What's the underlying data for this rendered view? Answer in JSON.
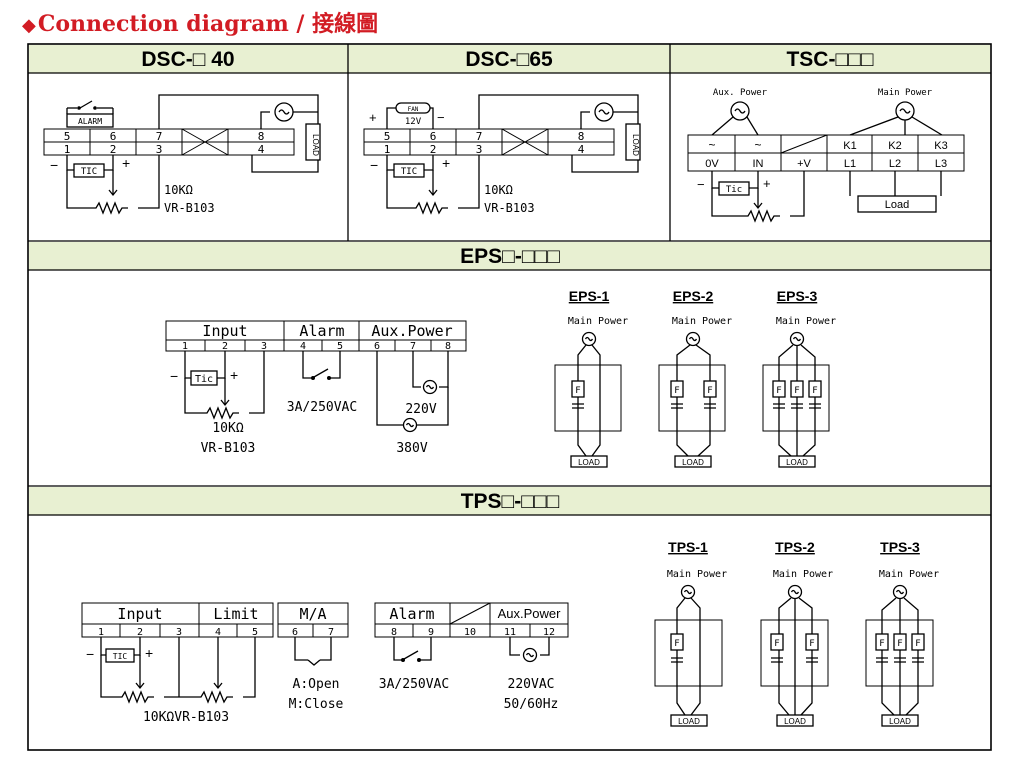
{
  "page": {
    "title": "Connection diagram / 接線圖",
    "title_marker": "◆",
    "accent_color": "#d21c24",
    "header_band_color": "#e8f0d2"
  },
  "dsc40": {
    "header": "DSC-□ 40",
    "terminals_top": [
      "5",
      "6",
      "7",
      "8"
    ],
    "terminals_bottom": [
      "1",
      "2",
      "3",
      "4"
    ],
    "alarm_label": "ALARM",
    "tic_label": "TIC",
    "minus": "−",
    "plus": "+",
    "vr_value": "10KΩ",
    "vr_model": "VR-B103",
    "load_label": "LOAD"
  },
  "dsc65": {
    "header": "DSC-□65",
    "terminals_top": [
      "5",
      "6",
      "7",
      "8"
    ],
    "terminals_bottom": [
      "1",
      "2",
      "3",
      "4"
    ],
    "fan_label": "FAN",
    "fan_voltage": "12V",
    "tic_label": "TIC",
    "minus": "−",
    "plus": "+",
    "vr_value": "10KΩ",
    "vr_model": "VR-B103",
    "load_label": "LOAD"
  },
  "tsc": {
    "header": "TSC-□□□",
    "aux_power": "Aux. Power",
    "main_power": "Main Power",
    "row1": [
      "~",
      "~",
      "",
      "K1",
      "K2",
      "K3"
    ],
    "row2": [
      "0V",
      "IN",
      "+V",
      "L1",
      "L2",
      "L3"
    ],
    "tic_label": "Tic",
    "minus": "−",
    "plus": "+",
    "load_label": "Load"
  },
  "eps": {
    "header": "EPS□-□□□",
    "groups": [
      "Input",
      "Alarm",
      "Aux.Power"
    ],
    "terminals": [
      "1",
      "2",
      "3",
      "4",
      "5",
      "6",
      "7",
      "8"
    ],
    "tic_label": "Tic",
    "minus": "−",
    "plus": "+",
    "vr_value": "10KΩ",
    "vr_model": "VR-B103",
    "alarm_rating": "3A/250VAC",
    "v220": "220V",
    "v380": "380V",
    "variants": [
      {
        "name": "EPS-1",
        "power": "Main Power",
        "load": "LOAD",
        "fuse": "F"
      },
      {
        "name": "EPS-2",
        "power": "Main Power",
        "load": "LOAD",
        "fuse": "F"
      },
      {
        "name": "EPS-3",
        "power": "Main Power",
        "load": "LOAD",
        "fuse": "F"
      }
    ]
  },
  "tps": {
    "header": "TPS□-□□□",
    "groups": [
      "Input",
      "Limit",
      "M/A",
      "Alarm",
      "Aux.Power"
    ],
    "terminals": [
      "1",
      "2",
      "3",
      "4",
      "5",
      "6",
      "7",
      "8",
      "9",
      "10",
      "11",
      "12"
    ],
    "tic_label": "TIC",
    "minus": "−",
    "plus": "+",
    "vr_label": "10KΩVR-B103",
    "ma_open": "A:Open",
    "ma_close": "M:Close",
    "alarm_rating": "3A/250VAC",
    "aux_voltage": "220VAC",
    "aux_freq": "50/60Hz",
    "variants": [
      {
        "name": "TPS-1",
        "power": "Main Power",
        "load": "LOAD",
        "fuse": "F"
      },
      {
        "name": "TPS-2",
        "power": "Main Power",
        "load": "LOAD",
        "fuse": "F"
      },
      {
        "name": "TPS-3",
        "power": "Main Power",
        "load": "LOAD",
        "fuse": "F"
      }
    ]
  }
}
